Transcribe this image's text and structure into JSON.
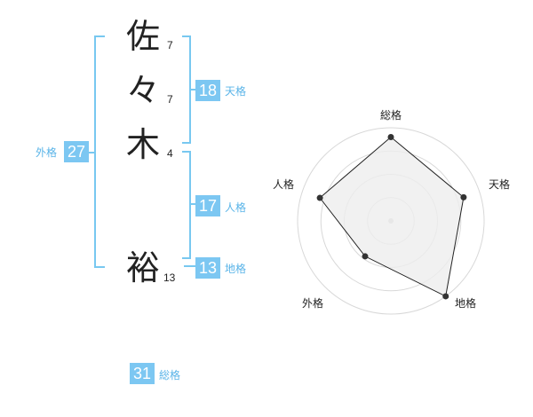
{
  "name": {
    "chars": [
      {
        "char": "佐",
        "strokes": "7"
      },
      {
        "char": "々",
        "strokes": "7"
      },
      {
        "char": "木",
        "strokes": "4"
      },
      {
        "char": "裕",
        "strokes": "13"
      }
    ]
  },
  "kaku": {
    "tenkaku": {
      "value": "18",
      "label": "天格"
    },
    "jinkaku": {
      "value": "17",
      "label": "人格"
    },
    "chikaku": {
      "value": "13",
      "label": "地格"
    },
    "gaikaku": {
      "value": "27",
      "label": "外格"
    },
    "soukaku": {
      "value": "31",
      "label": "総格"
    }
  },
  "colors": {
    "accent": "#7cc7f2",
    "bracket": "#78c8f0",
    "radar_fill": "#eeeeee",
    "ring": "#d8d8d8"
  },
  "chart_data": {
    "type": "radar",
    "axes": [
      "総格",
      "天格",
      "地格",
      "外格",
      "人格"
    ],
    "values": [
      0.9,
      0.82,
      1.0,
      0.47,
      0.8
    ],
    "range": [
      0,
      1
    ],
    "rings": 4
  }
}
